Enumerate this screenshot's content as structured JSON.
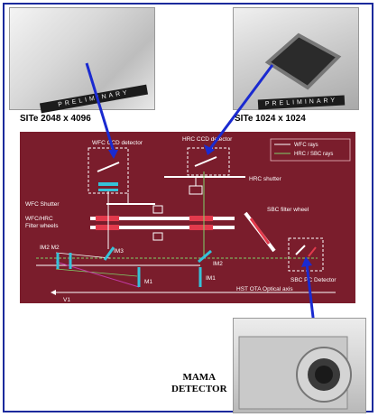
{
  "photos": {
    "ccd_large": {
      "stamp": "PRELIMINARY",
      "caption": "SITe 2048 x 4096"
    },
    "ccd_small": {
      "stamp": "PRELIMINARY",
      "caption": "SITe 1024 x 1024"
    },
    "mama": {
      "caption_line1": "MAMA",
      "caption_line2": "DETECTOR"
    }
  },
  "diagram": {
    "labels": {
      "wfc_ccd": "WFC CCD detector",
      "hrc_ccd": "HRC CCD detector",
      "legend_wfc": "WFC rays",
      "legend_hrc": "HRC / SBC rays",
      "hrc_shutter": "HRC shutter",
      "wfc_shutter": "WFC Shutter",
      "wfc_hrc_wheels_1": "WFC/HRC",
      "wfc_hrc_wheels_2": "Filter wheels",
      "sbc_wheel": "SBC filter wheel",
      "sbc_detector": "SBC PC Detector",
      "im2_m2": "IM2  M2",
      "im2b": "IM2",
      "im3": "IM3",
      "m1": "M1",
      "im1": "IM1",
      "v1": "V1",
      "ota_axis": "HST OTA Optical axis"
    },
    "colors": {
      "panel": "#7a1d2c",
      "wfc_ray": "#ffffff",
      "hrc_ray": "#7fd36a",
      "mirror": "#35c2d8",
      "filter": "#e23a4c",
      "pointer": "#1a2ad0"
    }
  }
}
